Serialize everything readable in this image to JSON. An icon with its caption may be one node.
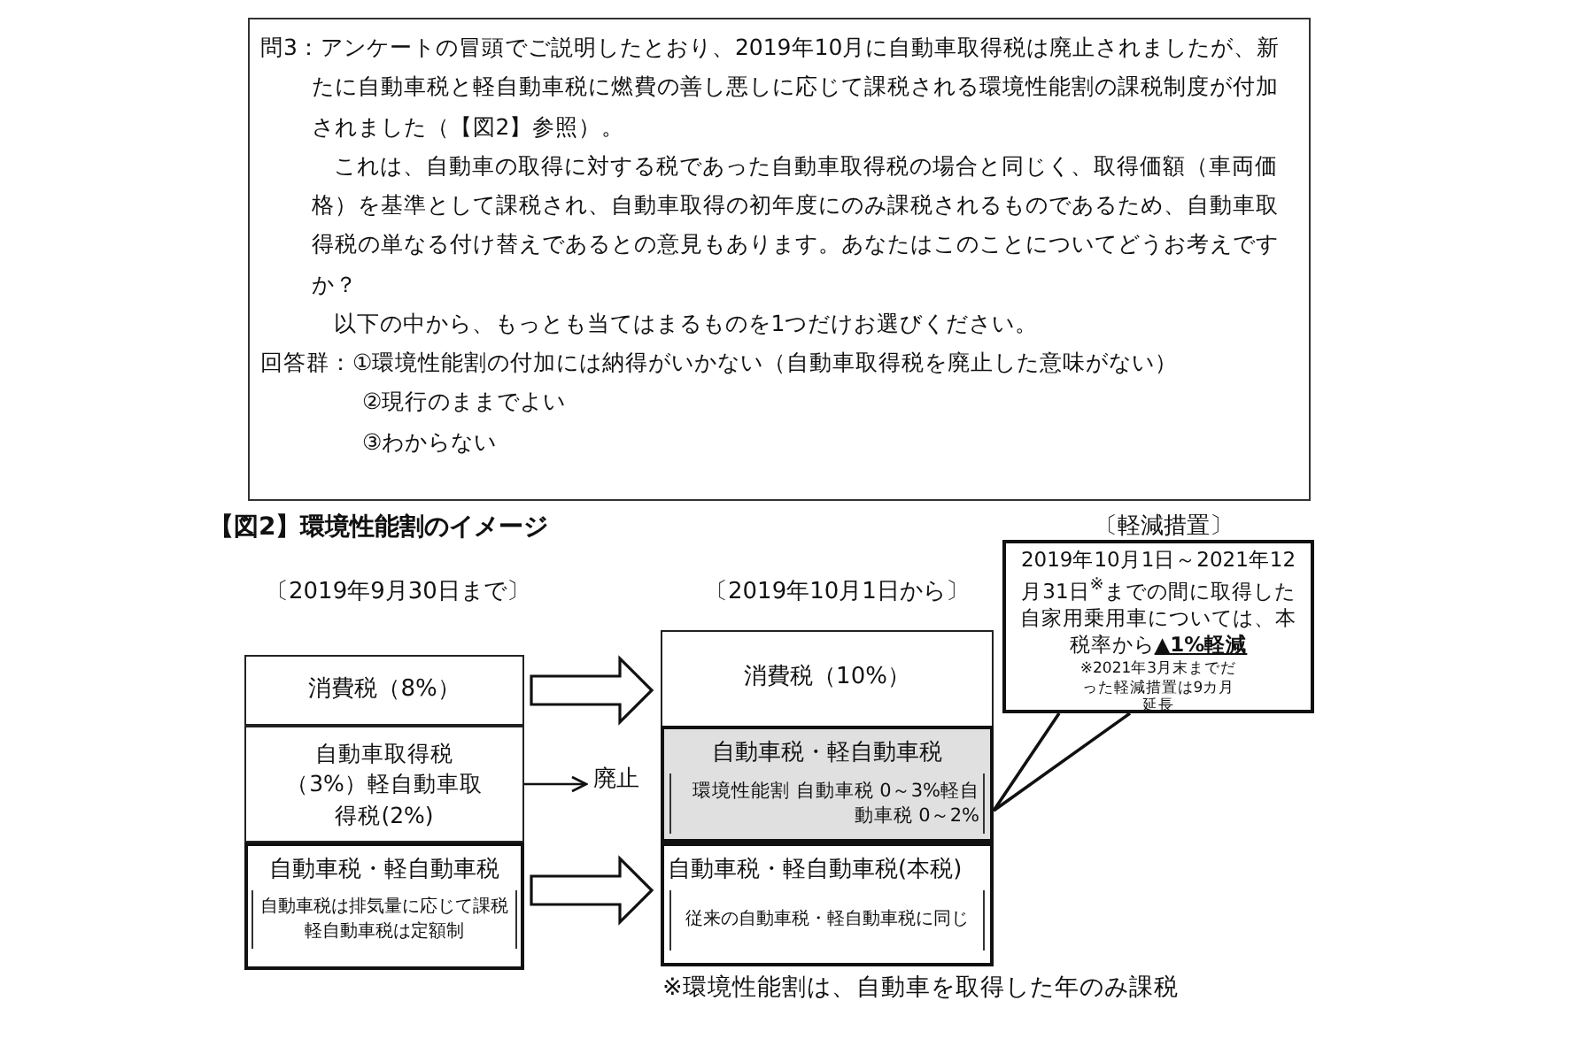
{
  "diagram": {
    "title": "【図2】環境性能割のイメージ",
    "nodes": [
      {
        "text": [
          "問3：アンケートの冒頭でご説明したとおり、2019年10月に自動車取得税は廃止されましたが、新たに自動車税と軽自動車税に燃費の善し悪しに応じて課税される環境性能割の課税制度が付加されました（【図2】参照）。",
          "これは、自動車の取得に対する税であった自動車取得税の場合と同じく、取得価額（車両価格）を基準として課税され、自動車取得の初年度にのみ課税されるものであるため、自動車取得税の単なる付け替えであるとの意見もあります。あなたはこのことについてどうお考えですか？",
          "以下の中から、もっとも当てはまるものを1つだけお選びください。",
          "回答群：①環境性能割の付加には納得がいかない（自動車取得税を廃止した意味がない）",
          "②現行のままでよい",
          "③わからない"
        ]
      },
      {
        "text": [
          "消費税（8%）"
        ]
      },
      {
        "text": [
          "自動車取得税（3%）軽自動車取得税(2%)"
        ]
      },
      {
        "text": [
          "自動車税・軽自動車税",
          "自動車税は排気量に応じて課税軽自動車税は定額制"
        ]
      },
      {
        "text": [
          "廃止"
        ]
      },
      {
        "text": [
          "消費税（10%）"
        ]
      },
      {
        "text": [
          "自動車税・軽自動車税",
          "環境性能割 自動車税 0～3%軽自動車税 0～2%"
        ]
      },
      {
        "text": [
          "自動車税・軽自動車税(本税)",
          "従来の自動車税・軽自動車税に同じ"
        ]
      },
      {
        "text": [
          "〔軽減措置〕",
          "2019年10月1日～2021年12月31日$^{※}$までの間に取得した自家用乗用車については、本税率から**▲1%軽減**",
          "※2021年3月末までだった軽減措置は9カ月延長"
        ]
      }
    ],
    "edges": [
      {
        "from": 1,
        "to": 5,
        "arrow": "to",
        "style": "thick"
      },
      {
        "from": 2,
        "to": 4,
        "arrow": "to"
      },
      {
        "from": 3,
        "to": 7,
        "arrow": "to",
        "style": "thick"
      },
      {
        "from": 8,
        "to": 6,
        "arrow": "none"
      }
    ],
    "labels": [
      "〔2019年9月30日まで〕",
      "〔2019年10月1日から〕",
      "※環境性能割は、自動車を取得した年のみ課税"
    ]
  }
}
